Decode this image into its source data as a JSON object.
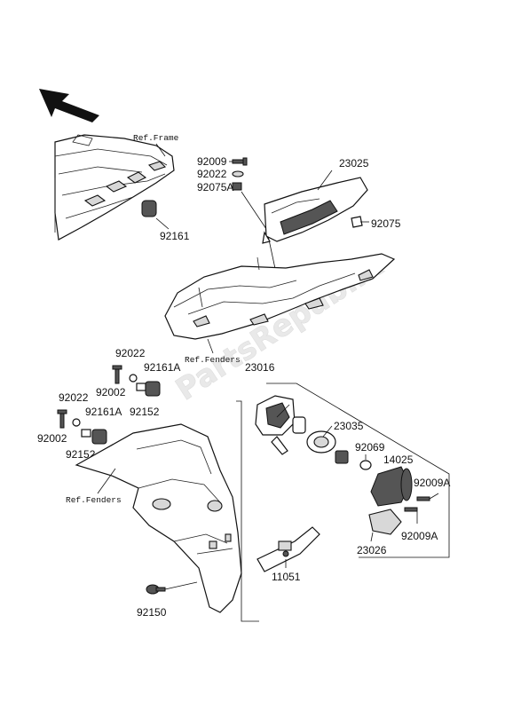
{
  "watermark": "PartsRepublik",
  "refs": {
    "frame": "Ref.Frame",
    "fenders_top": "Ref.Fenders",
    "fenders_left": "Ref.Fenders"
  },
  "parts": {
    "p92009_top": "92009",
    "p92022_top": "92022",
    "p92075A": "92075A",
    "p23025": "23025",
    "p92075": "92075",
    "p92161": "92161",
    "p23016": "23016",
    "p92022_mid": "92022",
    "p92002_mid": "92002",
    "p92161A_mid": "92161A",
    "p92152_mid": "92152",
    "p92022_left": "92022",
    "p92161A_left": "92161A",
    "p92002_left": "92002",
    "p92152_left": "92152",
    "p23035": "23035",
    "p92069": "92069",
    "p14025": "14025",
    "p92009A_upper": "92009A",
    "p92009A_lower": "92009A",
    "p23026": "23026",
    "p11051": "11051",
    "p92150": "92150"
  }
}
